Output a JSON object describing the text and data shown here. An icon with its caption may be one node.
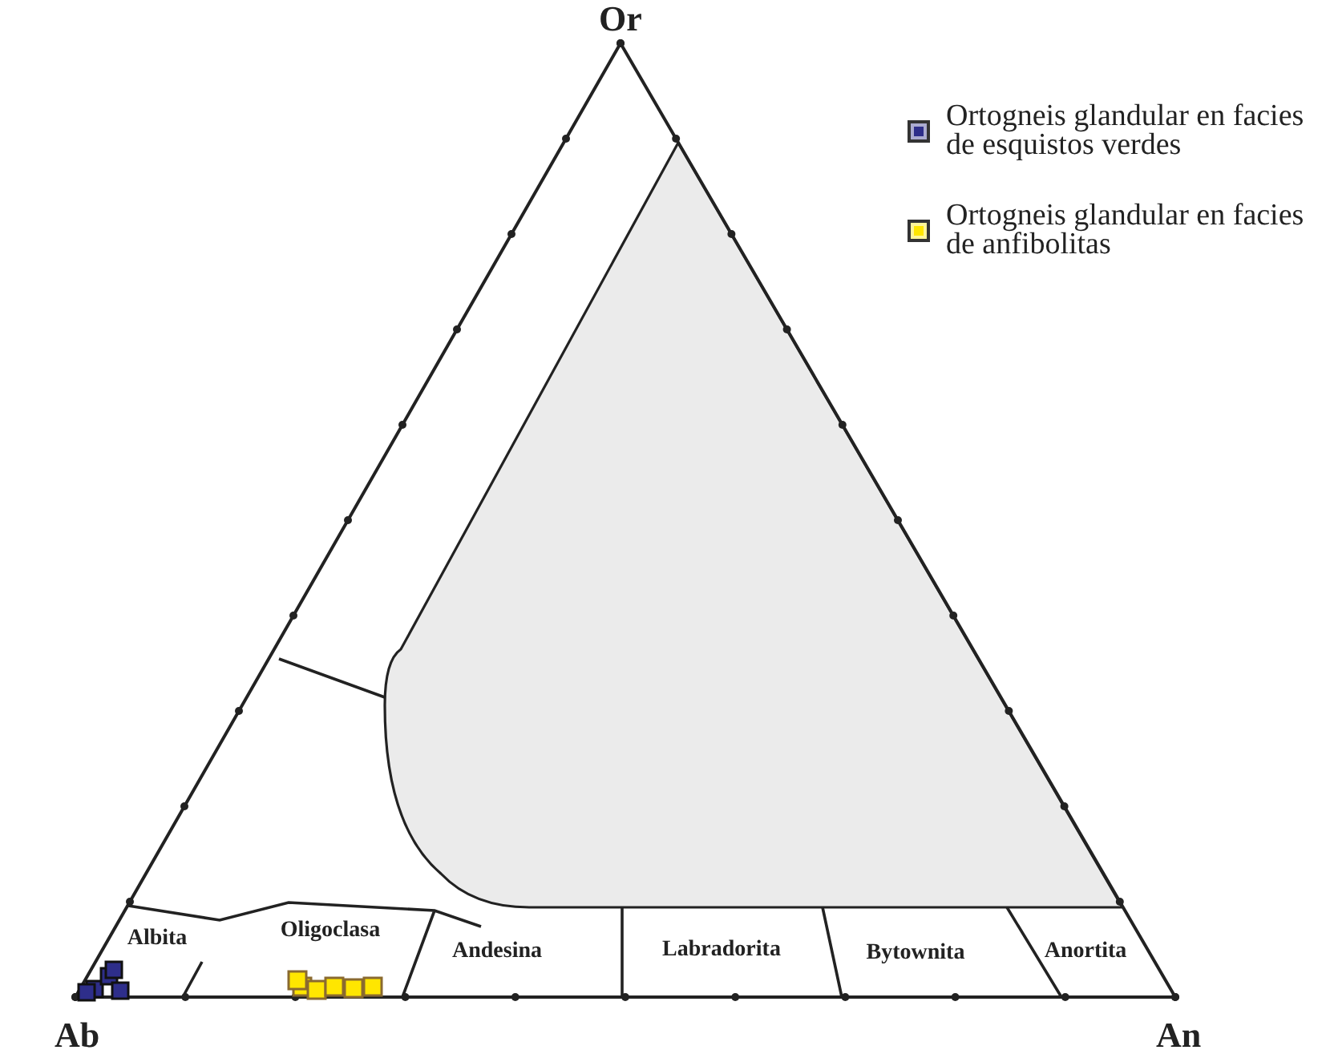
{
  "diagram": {
    "labels": [
      "Or",
      "Ab",
      "An",
      "Albita",
      "Oligoclasa",
      "Andesina",
      "Labradorita",
      "Bytownita",
      "Anortita"
    ],
    "legend": [
      {
        "text": "Ortogneis glandular en facies de esquistos verdes",
        "color": "#2e2e8a"
      },
      {
        "text": "Ortogneis glandular en facies de anfibolitas",
        "color": "#ffe600"
      }
    ]
  }
}
